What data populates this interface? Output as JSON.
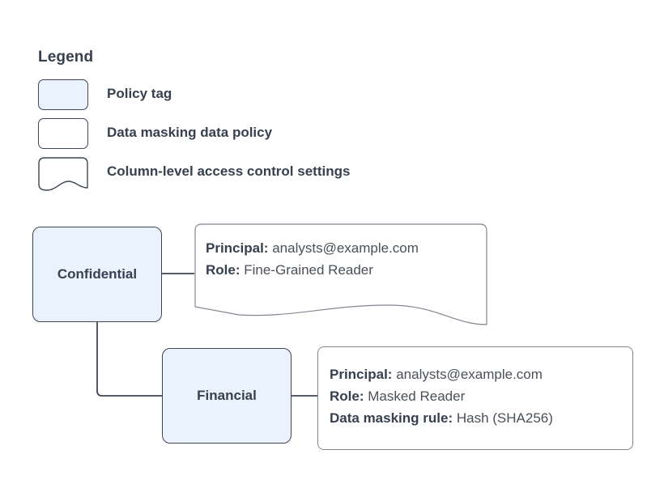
{
  "legend": {
    "title": "Legend",
    "items": [
      {
        "label": "Policy tag",
        "icon": "policy-tag-swatch"
      },
      {
        "label": "Data masking data policy",
        "icon": "data-policy-swatch"
      },
      {
        "label": "Column-level access control settings",
        "icon": "access-control-swatch"
      }
    ]
  },
  "nodes": [
    {
      "id": "confidential",
      "label": "Confidential"
    },
    {
      "id": "financial",
      "label": "Financial"
    }
  ],
  "callouts": [
    {
      "id": "confidential-access-control",
      "shape": "wavy",
      "lines": [
        {
          "key": "Principal:",
          "value": "analysts@example.com"
        },
        {
          "key": "Role:",
          "value": "Fine-Grained Reader"
        }
      ]
    },
    {
      "id": "financial-data-policy",
      "shape": "rect",
      "lines": [
        {
          "key": "Principal:",
          "value": "analysts@example.com"
        },
        {
          "key": "Role:",
          "value": "Masked Reader"
        },
        {
          "key": "Data masking rule:",
          "value": "Hash (SHA256)"
        }
      ]
    }
  ],
  "colors": {
    "node_fill": "#eaf2fd",
    "node_border": "#3d4653",
    "callout_border": "#808791",
    "text": "#37404f",
    "edge": "#3d4653",
    "background": "#ffffff"
  }
}
